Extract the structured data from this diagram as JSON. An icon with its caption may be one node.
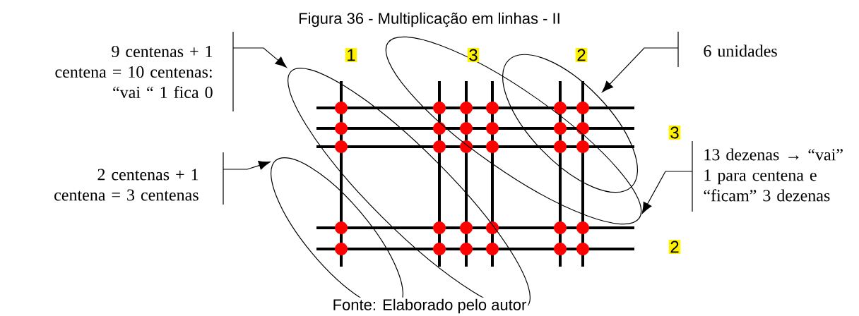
{
  "diagram": {
    "title": "Figura 36 - Multiplicação em linhas - II",
    "caption": "Fonte: Elaborado pelo autor",
    "nodes": [
      {
        "text": [
          "9 centenas + 1 centena = 10 centenas: “vai “ 1 fica 0"
        ]
      },
      {
        "text": [
          "2 centenas + 1 centena = 3 centenas"
        ]
      },
      {
        "text": [
          "6 unidades"
        ]
      },
      {
        "text": [
          "13 dezenas → “vai” 1 para centena e “ficam” 3 dezenas"
        ]
      },
      {
        "text": [],
        "shape": "ellipse"
      },
      {
        "text": [],
        "shape": "ellipse"
      },
      {
        "text": [],
        "shape": "ellipse"
      },
      {
        "text": [],
        "shape": "ellipse"
      }
    ],
    "edges": [
      {
        "from": 0,
        "to": 5,
        "arrow": "to"
      },
      {
        "from": 1,
        "to": 4,
        "arrow": "to"
      },
      {
        "from": 2,
        "to": 7,
        "arrow": "to"
      },
      {
        "from": 3,
        "to": 6,
        "arrow": "to"
      }
    ],
    "labels": [
      "1",
      "3",
      "2",
      "3",
      "2"
    ]
  }
}
